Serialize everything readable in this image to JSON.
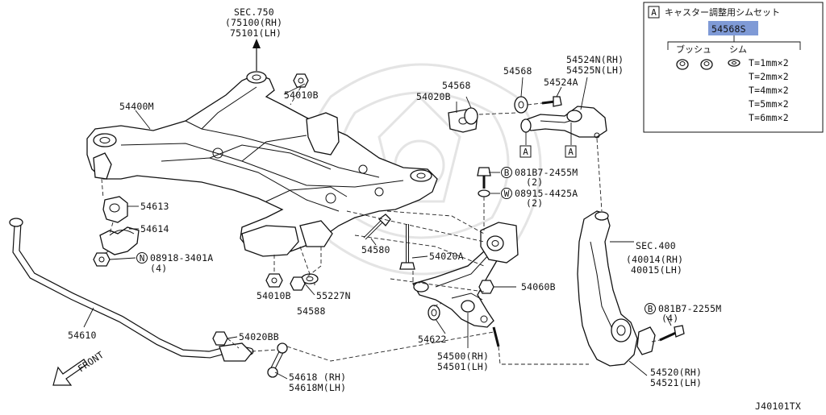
{
  "diagram": {
    "sec750": {
      "title": "SEC.750",
      "rh": "(75100(RH)",
      "lh": "75101(LH)"
    },
    "sec400": {
      "title": "SEC.400",
      "rh": "(40014(RH)",
      "lh": "40015(LH)"
    },
    "labels": {
      "p54400m": "54400M",
      "p54010b_top": "54010B",
      "p54613": "54613",
      "p54614": "54614",
      "p08918": "08918-3401A",
      "p08918_qty": "(4)",
      "p54610": "54610",
      "p54010b_bottom": "54010B",
      "p55227n": "55227N",
      "p54588": "54588",
      "p54580": "54580",
      "p54020a": "54020A",
      "p54020bb": "54020BB",
      "p54618_rh": "54618 (RH)",
      "p54618m_lh": "54618M(LH)",
      "p54568_left": "54568",
      "p54020b": "54020B",
      "p54568_mid": "54568",
      "p54524a": "54524A",
      "p54524n_rh": "54524N(RH)",
      "p54525n_lh": "54525N(LH)",
      "p081b7_top": "081B7-2455M",
      "p081b7_top_qty": "(2)",
      "p08915": "08915-4425A",
      "p08915_qty": "(2)",
      "p54060b": "54060B",
      "p54622": "54622",
      "p54500_rh": "54500(RH)",
      "p54501_lh": "54501(LH)",
      "p081b7_bottom": "081B7-2255M",
      "p081b7_bottom_qty": "(4)",
      "p54520_rh": "54520(RH)",
      "p54521_lh": "54521(LH)",
      "front": "FRONT",
      "diagram_code": "J40101TX"
    },
    "circle_markers": {
      "bolt_b": "B",
      "washer_w": "W",
      "nut_n": "N"
    },
    "callout_letter": "A",
    "shim_set": {
      "marker": "A",
      "title": "キャスター調整用シムセット",
      "part_number": "54568S",
      "highlight_color": "#7f9ad6",
      "col_bush": "ブッシュ",
      "col_shim": "シム",
      "thicknesses": [
        "T=1mm×2",
        "T=2mm×2",
        "T=4mm×2",
        "T=5mm×2",
        "T=6mm×2"
      ]
    }
  }
}
